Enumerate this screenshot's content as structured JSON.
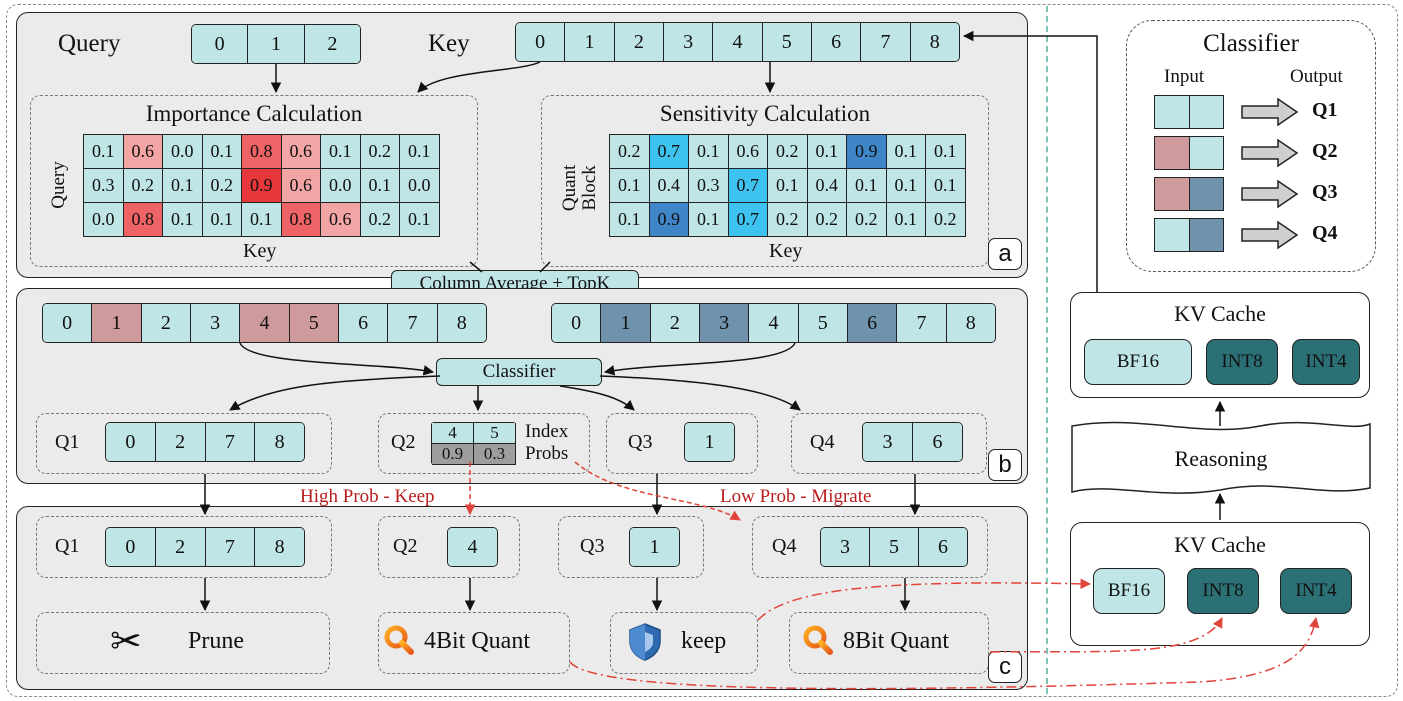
{
  "colors": {
    "teal": "#bfe5e6",
    "mauve": "#cf9a9b",
    "steel": "#6f93ad",
    "dark_teal": "#2b7075",
    "red_arrow": "#e0443a",
    "panel_bg": "#ebebeb"
  },
  "panel_a": {
    "badge": "a",
    "query_label": "Query",
    "key_label": "Key",
    "query_tokens": [
      "0",
      "1",
      "2"
    ],
    "key_tokens": [
      "0",
      "1",
      "2",
      "3",
      "4",
      "5",
      "6",
      "7",
      "8"
    ],
    "importance": {
      "title": "Importance Calculation",
      "row_label": "Query",
      "col_label": "Key",
      "values": [
        [
          "0.1",
          "0.6",
          "0.0",
          "0.1",
          "0.8",
          "0.6",
          "0.1",
          "0.2",
          "0.1"
        ],
        [
          "0.3",
          "0.2",
          "0.1",
          "0.2",
          "0.9",
          "0.6",
          "0.0",
          "0.1",
          "0.0"
        ],
        [
          "0.0",
          "0.8",
          "0.1",
          "0.1",
          "0.1",
          "0.8",
          "0.6",
          "0.2",
          "0.1"
        ]
      ]
    },
    "sensitivity": {
      "title": "Sensitivity Calculation",
      "row_label": "Quant\nBlock",
      "col_label": "Key",
      "values": [
        [
          "0.2",
          "0.7",
          "0.1",
          "0.6",
          "0.2",
          "0.1",
          "0.9",
          "0.1",
          "0.1"
        ],
        [
          "0.1",
          "0.4",
          "0.3",
          "0.7",
          "0.1",
          "0.4",
          "0.1",
          "0.1",
          "0.1"
        ],
        [
          "0.1",
          "0.9",
          "0.1",
          "0.7",
          "0.2",
          "0.2",
          "0.2",
          "0.1",
          "0.2"
        ]
      ]
    }
  },
  "column_average_label": "Column Average + TopK",
  "panel_b": {
    "badge": "b",
    "importance_tokens": [
      "0",
      "1",
      "2",
      "3",
      "4",
      "5",
      "6",
      "7",
      "8"
    ],
    "importance_highlight": [
      1,
      4,
      5
    ],
    "sensitivity_tokens": [
      "0",
      "1",
      "2",
      "3",
      "4",
      "5",
      "6",
      "7",
      "8"
    ],
    "sensitivity_highlight": [
      1,
      3,
      6
    ],
    "classifier_label": "Classifier",
    "groups": {
      "q1": {
        "label": "Q1",
        "tokens": [
          "0",
          "2",
          "7",
          "8"
        ]
      },
      "q2": {
        "label": "Q2",
        "index": [
          "4",
          "5"
        ],
        "probs": [
          "0.9",
          "0.3"
        ],
        "index_label": "Index",
        "probs_label": "Probs"
      },
      "q3": {
        "label": "Q3",
        "tokens": [
          "1"
        ]
      },
      "q4": {
        "label": "Q4",
        "tokens": [
          "3",
          "6"
        ]
      }
    }
  },
  "arrow_labels": {
    "high": "High Prob - Keep",
    "low": "Low Prob - Migrate"
  },
  "panel_c": {
    "badge": "c",
    "groups": {
      "q1": {
        "label": "Q1",
        "tokens": [
          "0",
          "2",
          "7",
          "8"
        ]
      },
      "q2": {
        "label": "Q2",
        "tokens": [
          "4"
        ]
      },
      "q3": {
        "label": "Q3",
        "tokens": [
          "1"
        ]
      },
      "q4": {
        "label": "Q4",
        "tokens": [
          "3",
          "5",
          "6"
        ]
      }
    },
    "actions": {
      "prune": "Prune",
      "quant4": "4Bit Quant",
      "keep": "keep",
      "quant8": "8Bit Quant"
    }
  },
  "classifier_legend": {
    "title": "Classifier",
    "input_label": "Input",
    "output_label": "Output",
    "rows": [
      {
        "left": "teal",
        "right": "teal",
        "output": "Q1"
      },
      {
        "left": "mauve",
        "right": "teal",
        "output": "Q2"
      },
      {
        "left": "mauve",
        "right": "steel",
        "output": "Q3"
      },
      {
        "left": "teal",
        "right": "steel",
        "output": "Q4"
      }
    ]
  },
  "kv_cache_top": {
    "title": "KV Cache",
    "items": [
      "BF16",
      "INT8",
      "INT4"
    ]
  },
  "reasoning_label": "Reasoning",
  "kv_cache_bottom": {
    "title": "KV Cache",
    "items": [
      "BF16",
      "INT8",
      "INT4"
    ]
  }
}
